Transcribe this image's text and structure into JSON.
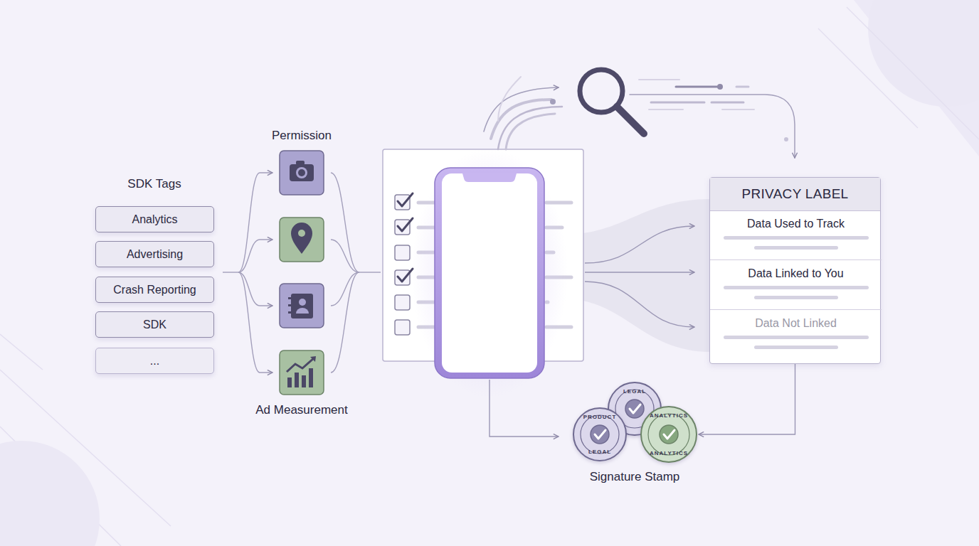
{
  "diagram": {
    "nodes": [
      {
        "text": [
          "Analytics"
        ]
      },
      {
        "text": [
          "Advertising"
        ]
      },
      {
        "text": [
          "Crash Reporting"
        ]
      },
      {
        "text": [
          "SDK"
        ]
      },
      {
        "text": [
          "..."
        ]
      },
      {
        "text": [
          "PRIVACY LABEL"
        ]
      },
      {
        "text": [
          "Data Used to Track"
        ],
        "in": 5
      },
      {
        "text": [
          "Data Linked to You"
        ],
        "in": 5
      },
      {
        "text": [
          "Data Not Linked"
        ],
        "in": 5
      },
      {
        "text": [
          "PRODUCT",
          "LEGAL"
        ]
      },
      {
        "text": [
          "LEGAL"
        ]
      },
      {
        "text": [
          "ANALYTICS",
          "ANALYTICS"
        ]
      }
    ],
    "edges": [
      {
        "from": 5,
        "to": 11,
        "arrow": "to"
      }
    ],
    "labels": [
      "SDK Tags",
      "Permission",
      "Ad Measurement",
      "Signature Stamp"
    ]
  }
}
